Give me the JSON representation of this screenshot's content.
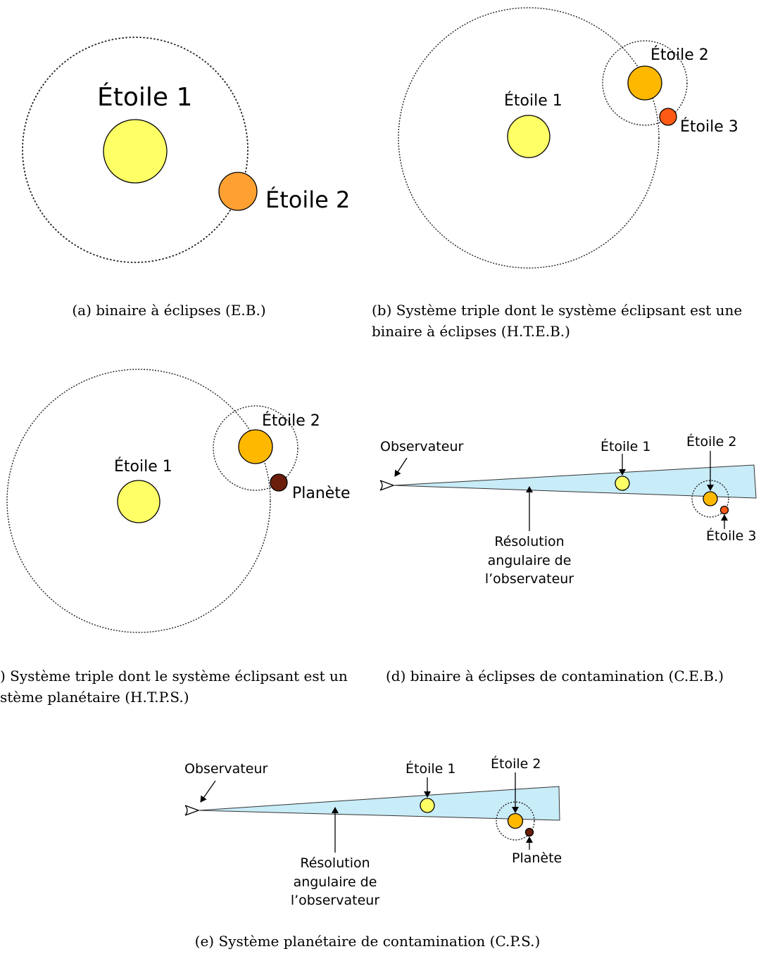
{
  "colors": {
    "star1": "#ffff66",
    "star2_a": "#ffa033",
    "star2": "#ffb800",
    "star3": "#ff5a14",
    "planet": "#6b1e0a",
    "cone": "#c8ecf8"
  },
  "panel_a": {
    "star1": "Étoile 1",
    "star2": "Étoile 2",
    "caption": "(a) binaire à éclipses (E.B.)"
  },
  "panel_b": {
    "star1": "Étoile 1",
    "star2": "Étoile 2",
    "star3": "Étoile 3",
    "caption_line1": "(b) Système triple dont le système éclipsant est une",
    "caption_line2": "binaire à éclipses (H.T.E.B.)"
  },
  "panel_c": {
    "star1": "Étoile 1",
    "star2": "Étoile 2",
    "planet": "Planète",
    "caption_line1": ") Système triple dont le système éclipsant est un",
    "caption_line2": "stème planétaire (H.T.P.S.)"
  },
  "panel_d": {
    "observer": "Observateur",
    "star1": "Étoile 1",
    "star2": "Étoile 2",
    "star3": "Étoile 3",
    "resolution_line1": "Résolution",
    "resolution_line2": "angulaire de",
    "resolution_line3": "l’observateur",
    "caption": "(d) binaire à éclipses de contamination (C.E.B.)"
  },
  "panel_e": {
    "observer": "Observateur",
    "star1": "Étoile 1",
    "star2": "Étoile 2",
    "planet": "Planète",
    "resolution_line1": "Résolution",
    "resolution_line2": "angulaire de",
    "resolution_line3": "l’observateur",
    "caption": "(e) Système planétaire de contamination (C.P.S.)"
  }
}
